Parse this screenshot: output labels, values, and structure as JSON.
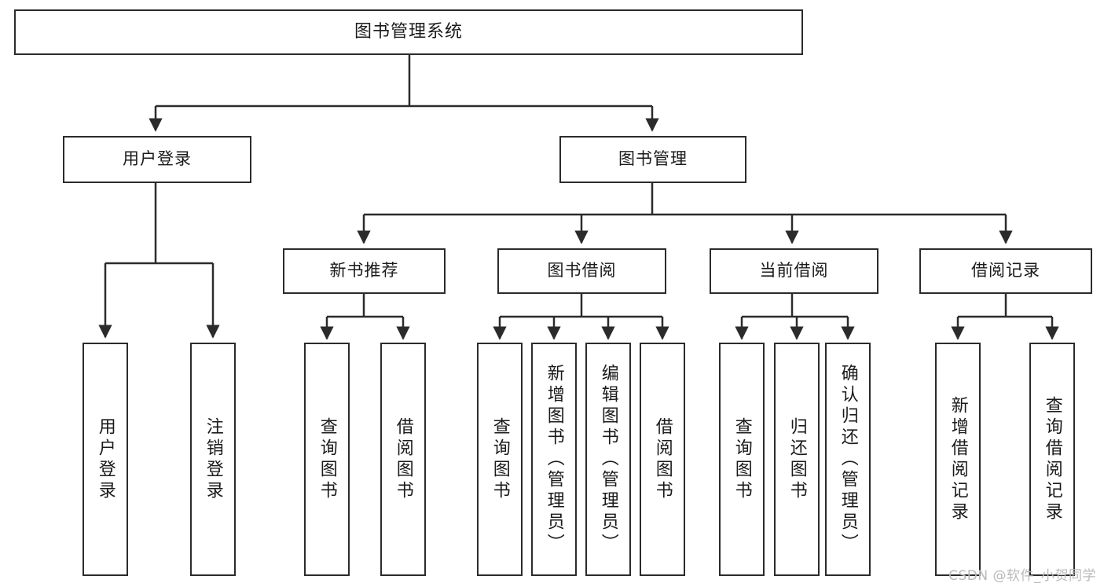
{
  "diagram": {
    "title": "图书管理系统",
    "type": "功能结构图",
    "watermark": "CSDN @软件_小贺同学",
    "colors": {
      "box_border": "#2b2b2b",
      "box_fill": "#ffffff",
      "edge": "#2b2b2b",
      "text": "#1a1a1a",
      "watermark": "#b9b9b9"
    },
    "root": {
      "id": "root",
      "label": "图书管理系统"
    },
    "level2": [
      {
        "id": "user-login",
        "label": "用户登录"
      },
      {
        "id": "book-manage",
        "label": "图书管理"
      }
    ],
    "level3": [
      {
        "id": "new-book-rec",
        "label": "新书推荐",
        "parent": "book-manage"
      },
      {
        "id": "book-borrow",
        "label": "图书借阅",
        "parent": "book-manage"
      },
      {
        "id": "current-borrow",
        "label": "当前借阅",
        "parent": "book-manage"
      },
      {
        "id": "borrow-record",
        "label": "借阅记录",
        "parent": "book-manage"
      }
    ],
    "leaves": [
      {
        "id": "leaf-user-login",
        "label": "用户登录",
        "parent": "user-login"
      },
      {
        "id": "leaf-logout-login",
        "label": "注销登录",
        "parent": "user-login"
      },
      {
        "id": "leaf-query-book-1",
        "label": "查询图书",
        "parent": "new-book-rec"
      },
      {
        "id": "leaf-borrow-book-1",
        "label": "借阅图书",
        "parent": "new-book-rec"
      },
      {
        "id": "leaf-query-book-2",
        "label": "查询图书",
        "parent": "book-borrow"
      },
      {
        "id": "leaf-add-book",
        "label": "新增图书（管理员）",
        "parent": "book-borrow"
      },
      {
        "id": "leaf-edit-book",
        "label": "编辑图书（管理员）",
        "parent": "book-borrow"
      },
      {
        "id": "leaf-borrow-book-2",
        "label": "借阅图书",
        "parent": "book-borrow"
      },
      {
        "id": "leaf-query-book-3",
        "label": "查询图书",
        "parent": "current-borrow"
      },
      {
        "id": "leaf-return-book",
        "label": "归还图书",
        "parent": "current-borrow"
      },
      {
        "id": "leaf-confirm-return",
        "label": "确认归还（管理员）",
        "parent": "current-borrow"
      },
      {
        "id": "leaf-add-record",
        "label": "新增借阅记录",
        "parent": "borrow-record"
      },
      {
        "id": "leaf-query-record",
        "label": "查询借阅记录",
        "parent": "borrow-record"
      }
    ]
  }
}
